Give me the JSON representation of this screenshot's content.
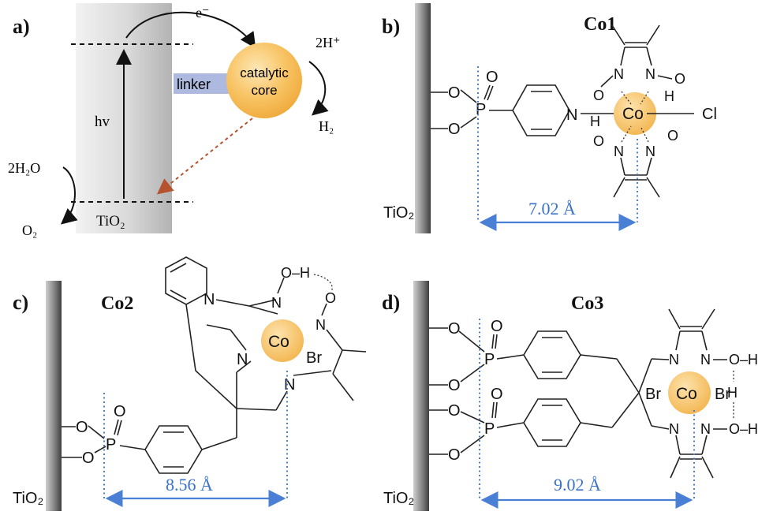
{
  "panels": {
    "a": {
      "label": "a)",
      "electron": "e⁻",
      "catalytic": "catalytic",
      "core": "core",
      "linker": "linker",
      "two_h_plus": "2H⁺",
      "h2": "H₂",
      "hv": "hv",
      "two_h2o": "2H₂O",
      "o2": "O₂",
      "tio2": "TiO₂"
    },
    "b": {
      "label": "b)",
      "name": "Co1",
      "tio2": "TiO₂",
      "distance": "7.02 Å"
    },
    "c": {
      "label": "c)",
      "name": "Co2",
      "tio2": "TiO₂",
      "distance": "8.56 Å"
    },
    "d": {
      "label": "d)",
      "name": "Co3",
      "tio2": "TiO₂",
      "distance": "9.02 Å"
    }
  },
  "atoms": {
    "O": "O",
    "P": "P",
    "N": "N",
    "H": "H",
    "Co": "Co",
    "Cl": "Cl",
    "Br": "Br",
    "OH": "O–H"
  },
  "colors": {
    "distance_arrow": "#4a7fd6",
    "core_orange": "#f6b64a",
    "linker_blue": "#aeb9df",
    "surface_gray": "#777777",
    "electron_path": "#b5532e"
  }
}
